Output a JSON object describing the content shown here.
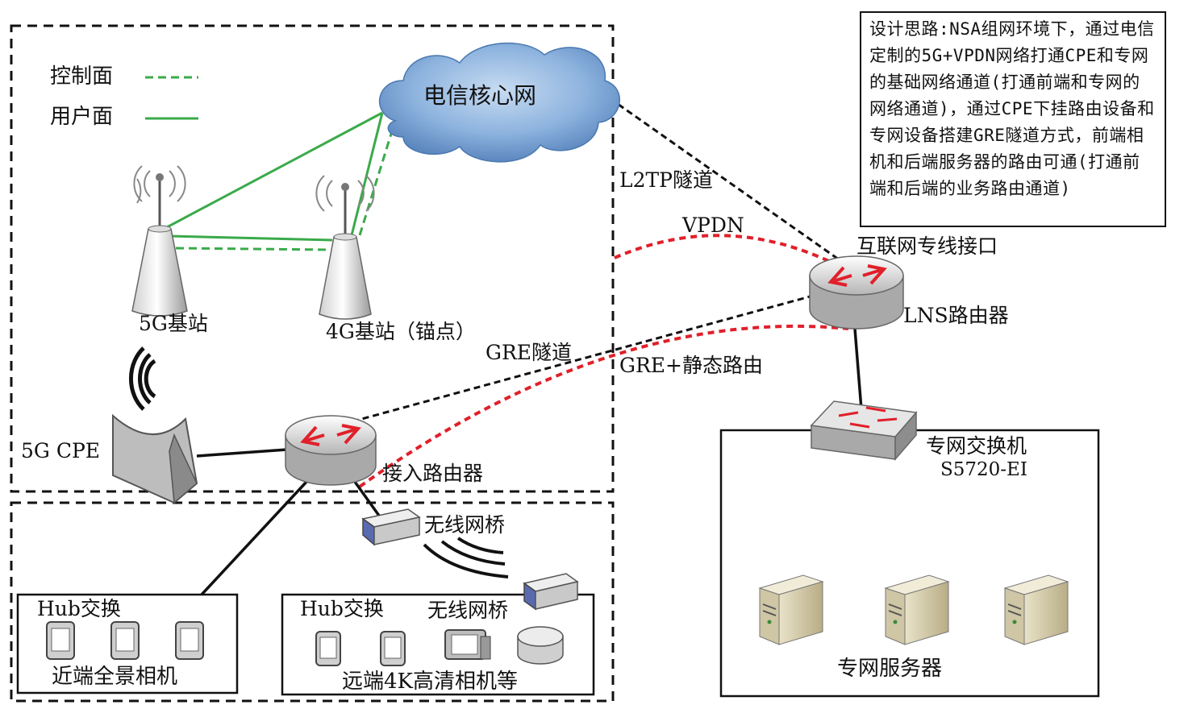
{
  "legend": {
    "control_plane": "控制面",
    "user_plane": "用户面"
  },
  "labels": {
    "core_network": "电信核心网",
    "base_5g": "5G基站",
    "base_4g": "4G基站（锚点）",
    "cpe": "5G CPE",
    "access_router": "接入路由器",
    "l2tp": "L2TP隧道",
    "vpdn": "VPDN",
    "gre_tunnel": "GRE隧道",
    "gre_static": "GRE+静态路由",
    "internet_interface": "互联网专线接口",
    "lns_router": "LNS路由器",
    "switch_name": "专网交换机",
    "switch_model": "S5720-EI",
    "wireless_bridge_top": "无线网桥",
    "wireless_bridge_box": "无线网桥",
    "hub_left": "Hub交换",
    "hub_right": "Hub交换",
    "near_cameras": "近端全景相机",
    "far_cameras": "远端4K高清相机等",
    "servers": "专网服务器"
  },
  "note_text": "设计思路:NSA组网环境下，通过电信定制的5G+VPDN网络打通CPE和专网的基础网络通道(打通前端和专网的网络通道)，通过CPE下挂路由设备和专网设备搭建GRE隧道方式，前端相机和后端服务器的路由可通(打通前端和后端的业务路由通道)",
  "colors": {
    "green_link": "#3aaa4a",
    "red_dashed": "#e0202a",
    "black": "#111111",
    "cloud": "#7aa6d8"
  }
}
